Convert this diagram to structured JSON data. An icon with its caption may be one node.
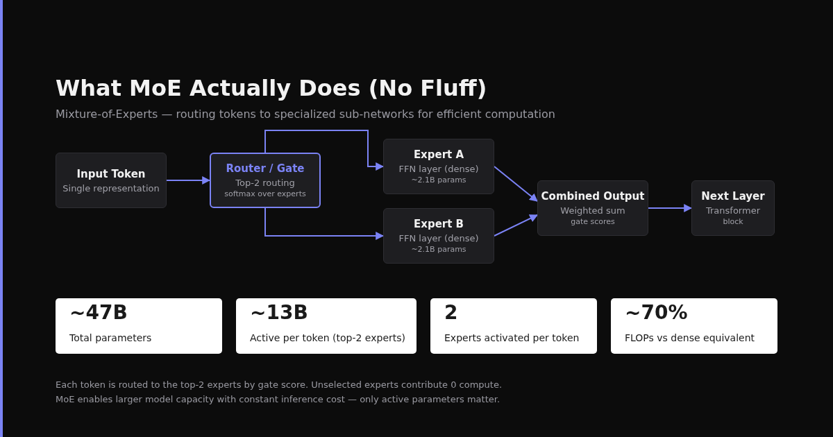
{
  "diagram": {
    "title": "What MoE Actually Does (No Fluff)",
    "nodes": [
      {
        "text": [
          "Input Token",
          "Single representation"
        ]
      },
      {
        "text": [
          "Router / Gate",
          "Top-2 routing",
          "softmax over experts"
        ]
      },
      {
        "text": [
          "Expert A",
          "FFN layer (dense)",
          "~2.1B params"
        ]
      },
      {
        "text": [
          "Expert B",
          "FFN layer (dense)",
          "~2.1B params"
        ]
      },
      {
        "text": [
          "Combined Output",
          "Weighted sum",
          "gate scores"
        ]
      },
      {
        "text": [
          "Next Layer",
          "Transformer",
          "block"
        ]
      },
      {
        "text": [
          "~47B",
          "Total parameters"
        ]
      },
      {
        "text": [
          "~13B",
          "Active per token (top-2 experts)"
        ]
      },
      {
        "text": [
          "2",
          "Experts activated per token"
        ]
      },
      {
        "text": [
          "~70%",
          "FLOPs vs dense equivalent"
        ]
      }
    ],
    "edges": [
      {
        "from": 0,
        "to": 1,
        "arrow": "to"
      },
      {
        "from": 1,
        "to": 2,
        "arrow": "to"
      },
      {
        "from": 1,
        "to": 3,
        "arrow": "to"
      },
      {
        "from": 2,
        "to": 4,
        "arrow": "to"
      },
      {
        "from": 3,
        "to": 4,
        "arrow": "to"
      },
      {
        "from": 4,
        "to": 5,
        "arrow": "to"
      }
    ],
    "labels": [
      "Mixture-of-Experts — routing tokens to specialized sub-networks for efficient computation",
      "Each token is routed to the top-2 experts by gate score. Unselected experts contribute 0 compute.",
      "MoE enables larger model capacity with constant inference cost — only active parameters matter."
    ]
  }
}
